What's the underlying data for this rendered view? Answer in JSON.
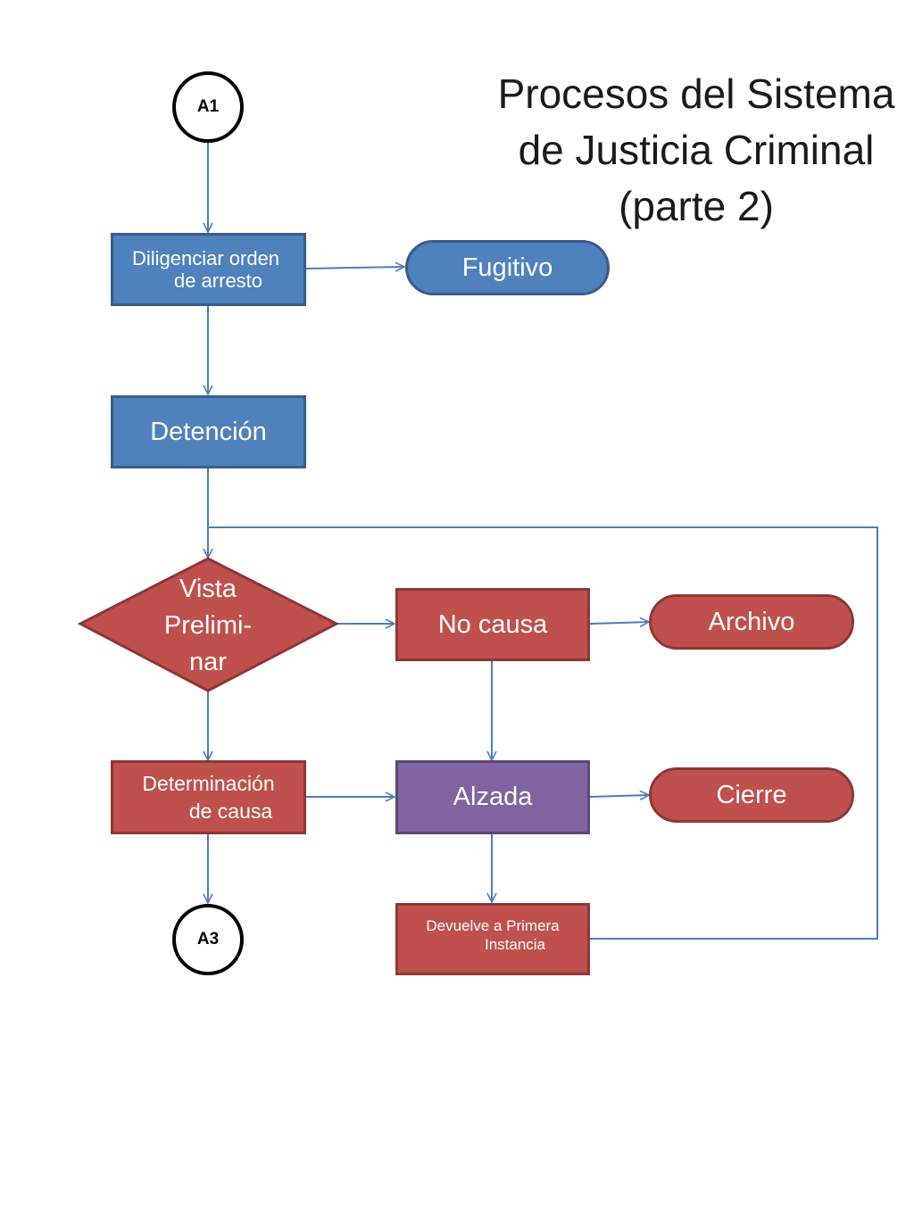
{
  "title": {
    "line1": "Procesos del Sistema",
    "line2": "de Justicia Criminal",
    "line3": "(parte 2)"
  },
  "connectors": {
    "top": "A1",
    "bottom": "A3"
  },
  "nodes": {
    "diligenciar": {
      "line1": "Diligenciar orden",
      "line2": "de arresto"
    },
    "fugitivo": "Fugitivo",
    "detencion": "Detención",
    "vista": {
      "line1": "Vista",
      "line2": "Prelimi-",
      "line3": "nar"
    },
    "no_causa": "No causa",
    "archivo": "Archivo",
    "determinacion": {
      "line1": "Determinación",
      "line2": "de causa"
    },
    "alzada": "Alzada",
    "cierre": "Cierre",
    "devuelve": {
      "line1": "Devuelve a Primera",
      "line2": "Instancia"
    }
  },
  "colors": {
    "blue": "#4f81bd",
    "red": "#c0504d",
    "purple": "#8064a2",
    "line": "#4f81bd"
  }
}
